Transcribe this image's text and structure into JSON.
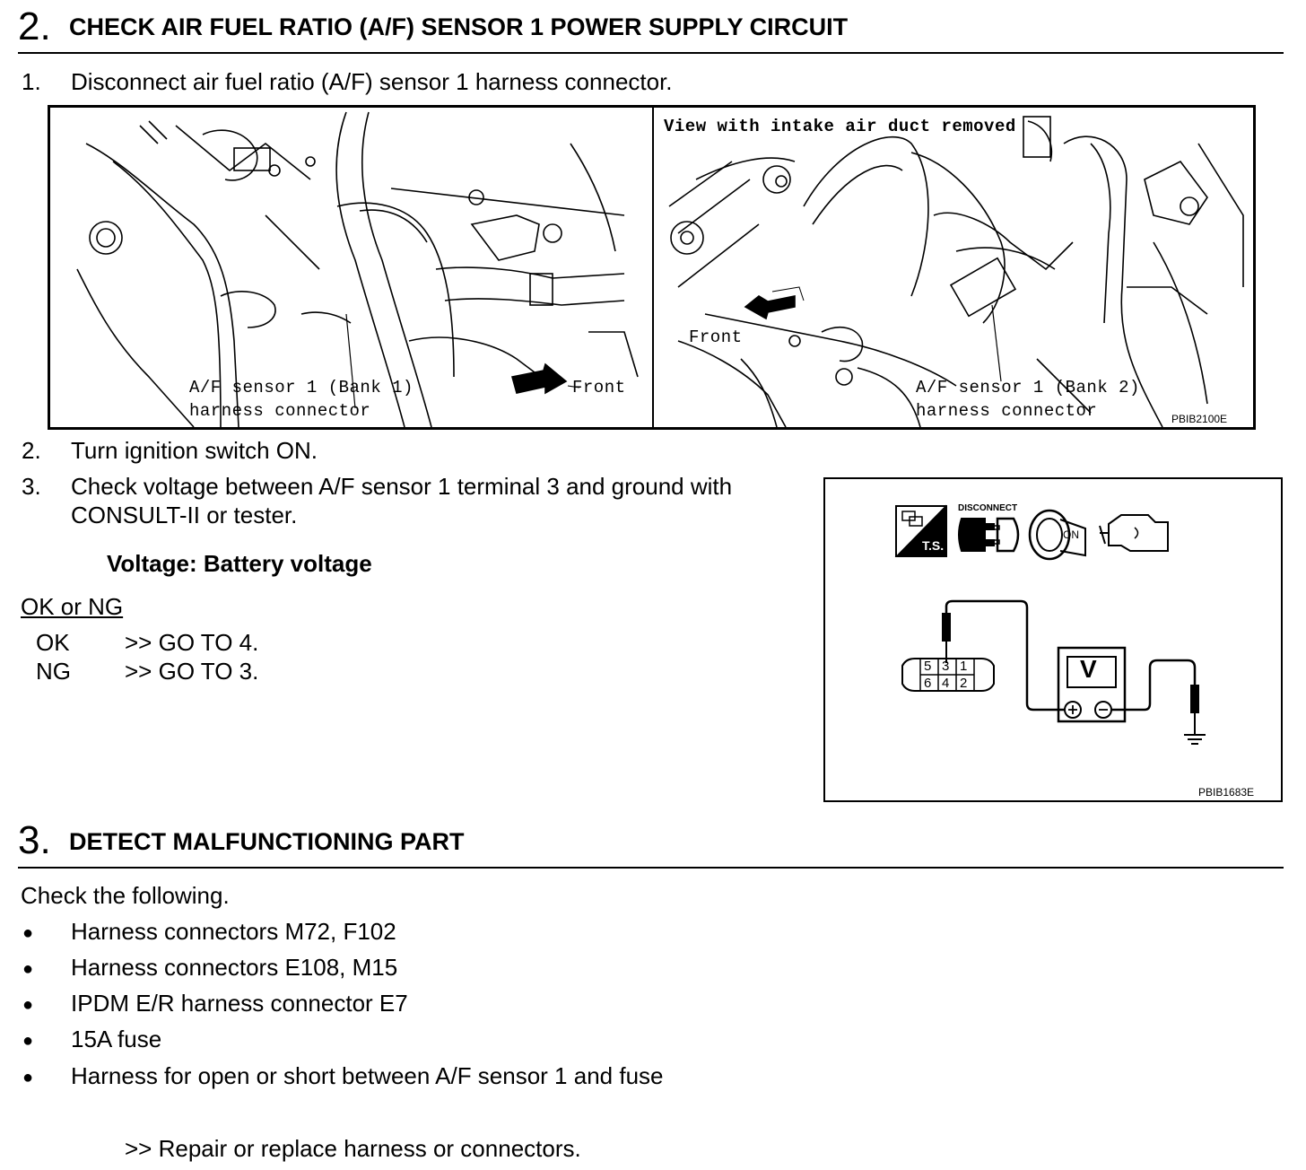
{
  "section2": {
    "number": "2.",
    "title": "CHECK AIR FUEL RATIO (A/F) SENSOR 1 POWER SUPPLY CIRCUIT",
    "steps": [
      {
        "num": "1.",
        "text": "Disconnect air fuel ratio (A/F) sensor 1 harness connector."
      },
      {
        "num": "2.",
        "text": "Turn ignition switch ON."
      },
      {
        "num": "3.",
        "text": "Check voltage between A/F sensor 1 terminal 3 and ground with",
        "text2": "CONSULT-II or tester."
      }
    ],
    "spec": "Voltage: Battery voltage",
    "result_heading": "OK or NG",
    "results": [
      {
        "label": "OK",
        "action": ">> GO TO 4."
      },
      {
        "label": "NG",
        "action": ">> GO TO 3."
      }
    ]
  },
  "figure1": {
    "left_label_line1": "A/F sensor 1 (Bank 1)",
    "left_label_line2": "harness connector",
    "left_front": "Front",
    "right_title": "View with intake air duct removed",
    "right_front": "Front",
    "right_label_line1": "A/F sensor 1 (Bank 2)",
    "right_label_line2": "harness connector",
    "code": "PBIB2100E"
  },
  "figure2": {
    "icon_ts_label": "T.S.",
    "icon_disconnect_label": "DISCONNECT",
    "icon_on_label": "ON",
    "meter_label": "V",
    "terminals": [
      "5",
      "3",
      "1",
      "6",
      "4",
      "2"
    ],
    "code": "PBIB1683E"
  },
  "section3": {
    "number": "3.",
    "title": "DETECT MALFUNCTIONING PART",
    "intro": "Check the following.",
    "items": [
      "Harness connectors M72, F102",
      "Harness connectors E108, M15",
      "IPDM E/R harness connector E7",
      "15A fuse",
      "Harness for open or short between A/F sensor 1 and fuse"
    ],
    "action": ">> Repair or replace harness or connectors."
  }
}
